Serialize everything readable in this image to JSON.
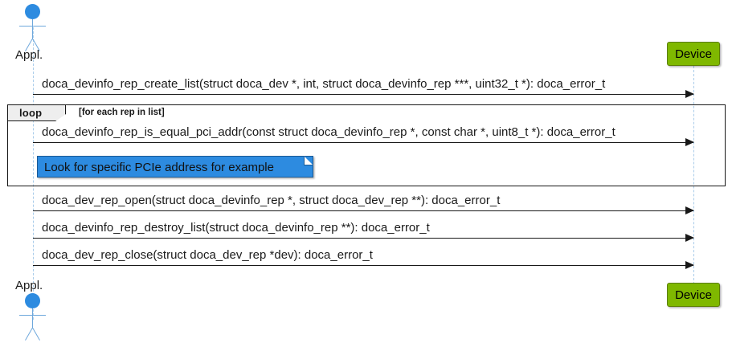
{
  "diagram": {
    "type": "uml-sequence-diagram",
    "background": "#FFFFFF"
  },
  "participants": {
    "actor": {
      "name": "Appl.",
      "label_top": "Appl.",
      "label_bottom": "Appl.",
      "icon": "actor-stick-figure",
      "head_color": "#2D8BE0",
      "limb_color": "#6FA8DC"
    },
    "device": {
      "name": "Device",
      "label_top": "Device",
      "label_bottom": "Device",
      "fill_color": "#7FB800",
      "border_color": "#5C7F00"
    }
  },
  "lifeline_color": "#A9CCEA",
  "messages": [
    {
      "index": 1,
      "from": "Appl.",
      "to": "Device",
      "direction": "right",
      "label": "doca_devinfo_rep_create_list(struct doca_dev *, int, struct doca_devinfo_rep ***, uint32_t *): doca_error_t"
    },
    {
      "index": 2,
      "from": "Appl.",
      "to": "Device",
      "direction": "right",
      "in_fragment": "loop",
      "label": "doca_devinfo_rep_is_equal_pci_addr(const struct doca_devinfo_rep *, const char *, uint8_t *): doca_error_t"
    },
    {
      "index": 3,
      "from": "Appl.",
      "to": "Device",
      "direction": "right",
      "label": "doca_dev_rep_open(struct doca_devinfo_rep *, struct doca_dev_rep **): doca_error_t"
    },
    {
      "index": 4,
      "from": "Appl.",
      "to": "Device",
      "direction": "right",
      "label": "doca_devinfo_rep_destroy_list(struct doca_devinfo_rep **): doca_error_t"
    },
    {
      "index": 5,
      "from": "Appl.",
      "to": "Device",
      "direction": "right",
      "label": "doca_dev_rep_close(struct doca_dev_rep *dev): doca_error_t"
    }
  ],
  "fragment": {
    "operator": "loop",
    "guard": "[for each rep in list]",
    "tab_fill": "#EEEEEE",
    "border_color": "#181818"
  },
  "note": {
    "text": "Look for specific PCIe address for example",
    "fill_color": "#2D8BE0",
    "border_color": "#1A5A96",
    "attached_to": "Appl."
  }
}
